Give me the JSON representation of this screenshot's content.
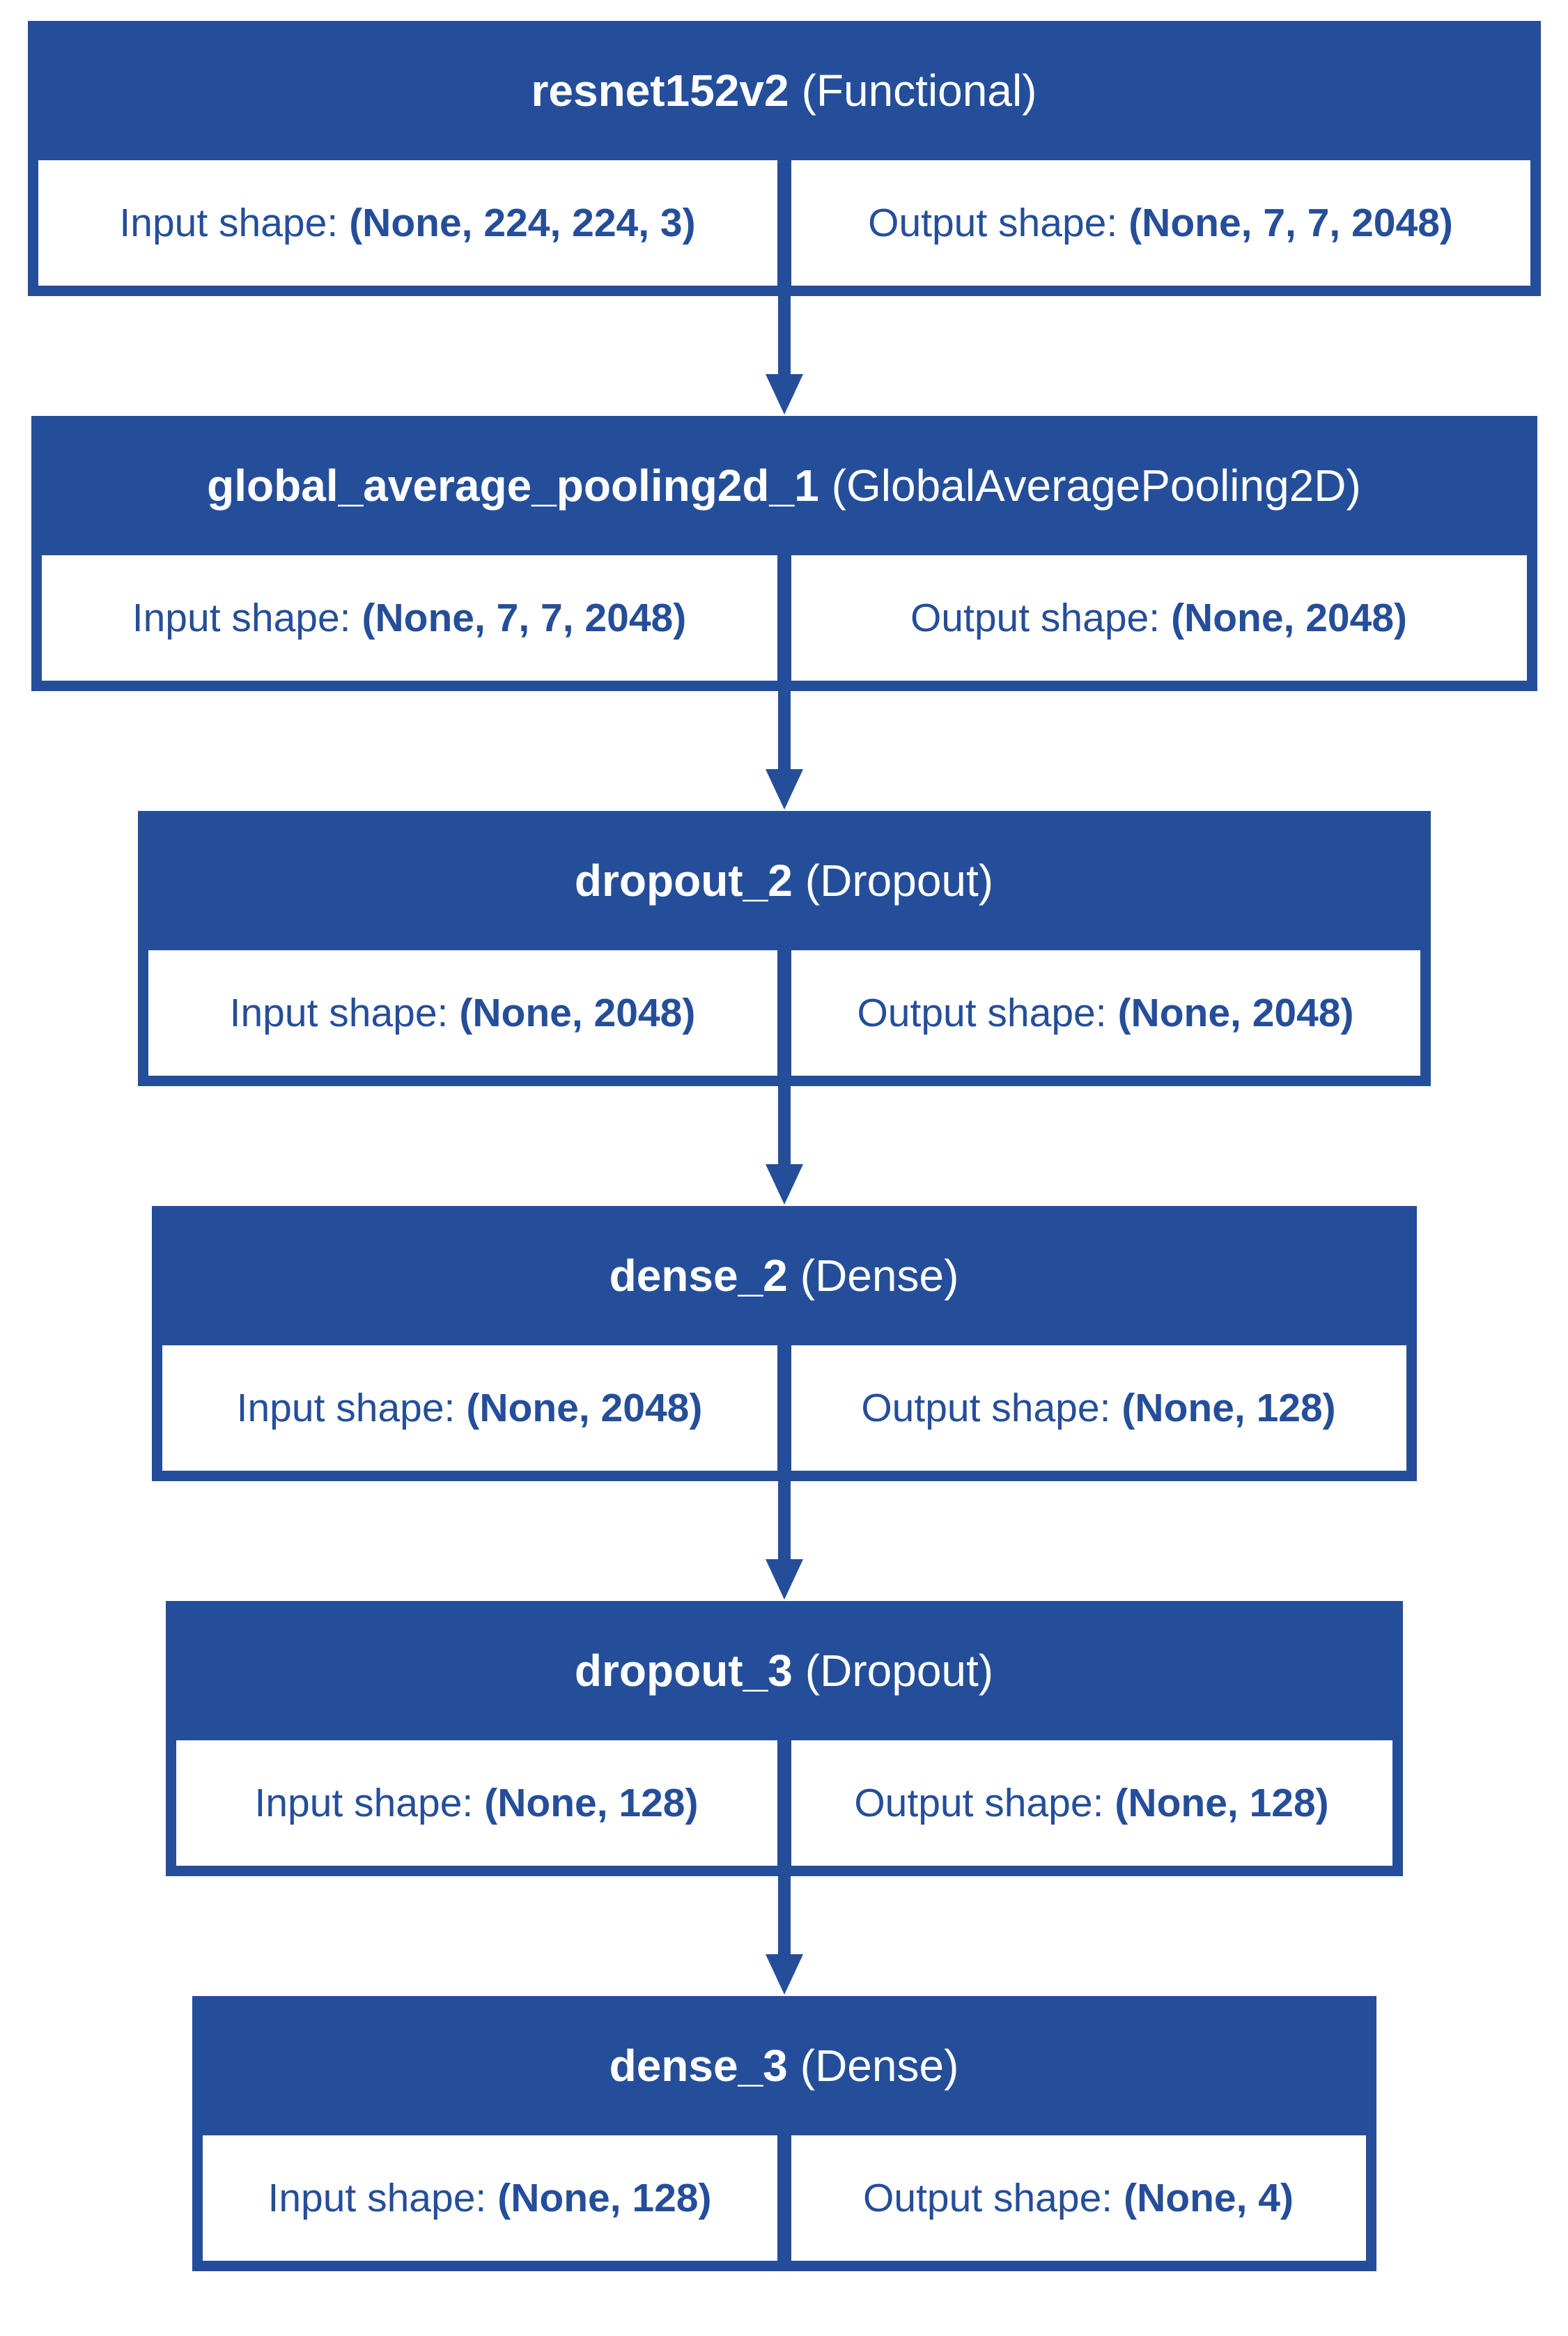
{
  "colors": {
    "node_fill": "#254E9A",
    "header_text": "#FFFFFF",
    "cell_background": "#FFFFFF",
    "cell_text": "#254E9A",
    "page_background": "#FFFFFF"
  },
  "layers": [
    {
      "name": "resnet152v2",
      "type": "(Functional)",
      "input_label": "Input shape:",
      "input_value": "(None, 224, 224, 3)",
      "output_label": "Output shape:",
      "output_value": "(None, 7, 7, 2048)"
    },
    {
      "name": "global_average_pooling2d_1",
      "type": "(GlobalAveragePooling2D)",
      "input_label": "Input shape:",
      "input_value": "(None, 7, 7, 2048)",
      "output_label": "Output shape:",
      "output_value": "(None, 2048)"
    },
    {
      "name": "dropout_2",
      "type": "(Dropout)",
      "input_label": "Input shape:",
      "input_value": "(None, 2048)",
      "output_label": "Output shape:",
      "output_value": "(None, 2048)"
    },
    {
      "name": "dense_2",
      "type": "(Dense)",
      "input_label": "Input shape:",
      "input_value": "(None, 2048)",
      "output_label": "Output shape:",
      "output_value": "(None, 128)"
    },
    {
      "name": "dropout_3",
      "type": "(Dropout)",
      "input_label": "Input shape:",
      "input_value": "(None, 128)",
      "output_label": "Output shape:",
      "output_value": "(None, 128)"
    },
    {
      "name": "dense_3",
      "type": "(Dense)",
      "input_label": "Input shape:",
      "input_value": "(None, 128)",
      "output_label": "Output shape:",
      "output_value": "(None, 4)"
    }
  ]
}
